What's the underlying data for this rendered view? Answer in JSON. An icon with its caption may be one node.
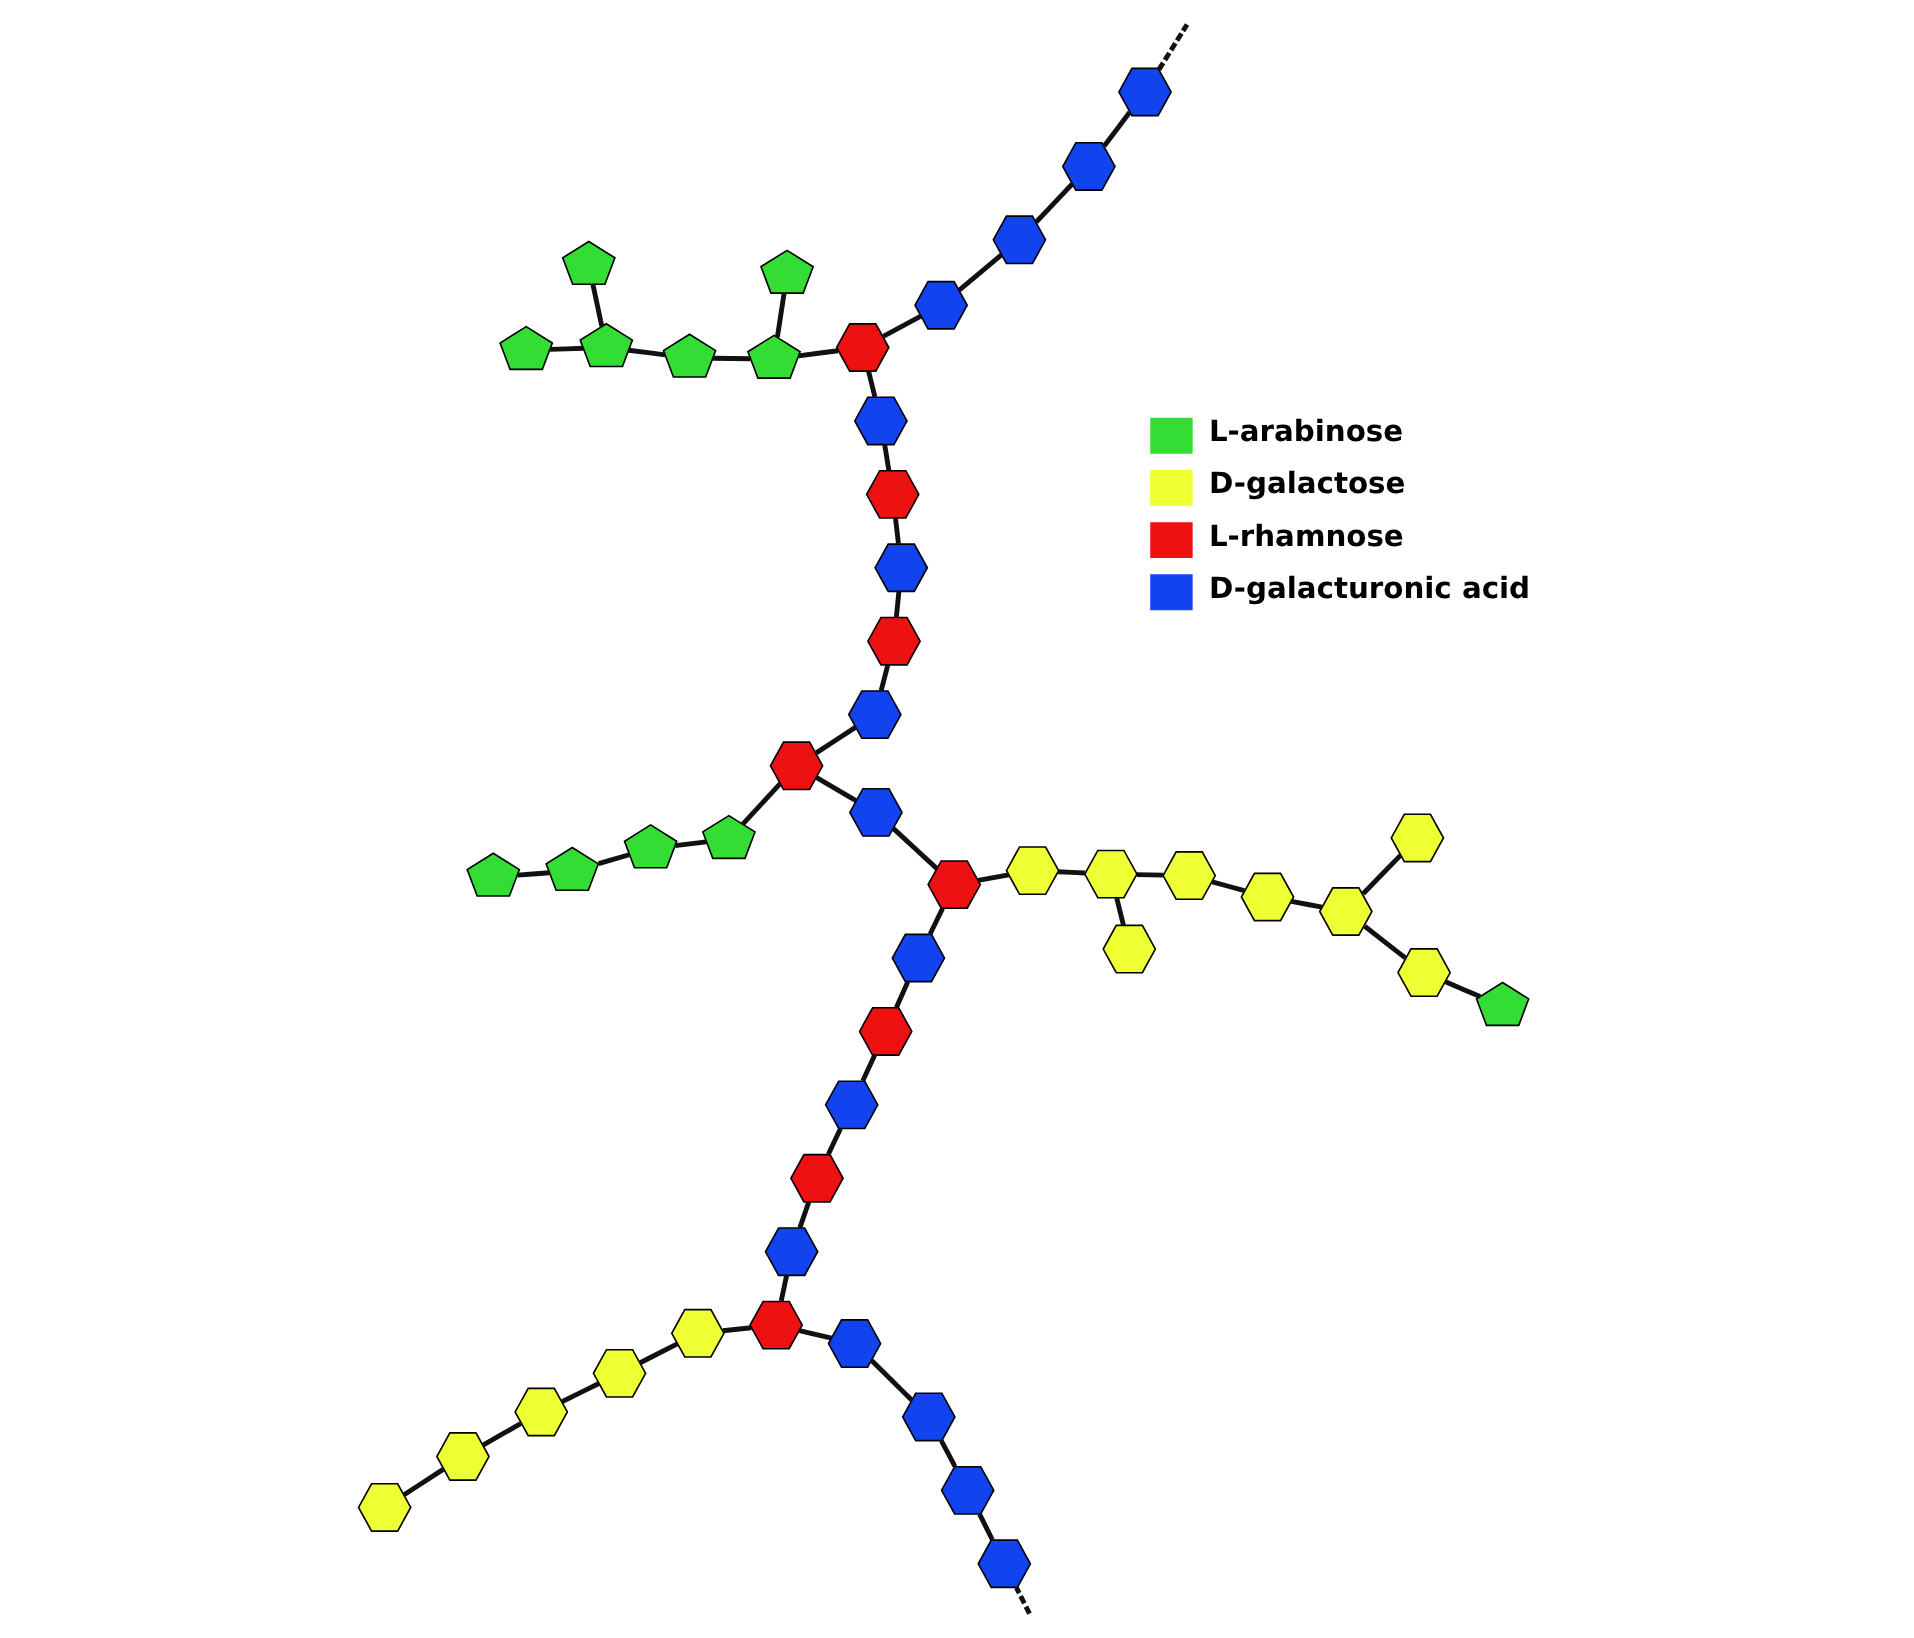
{
  "diagram": {
    "nodes": [
      {
        "text": [],
        "shape": "hexagon"
      },
      {
        "text": [],
        "shape": "hexagon"
      },
      {
        "text": [],
        "shape": "hexagon"
      },
      {
        "text": [],
        "shape": "hexagon"
      },
      {
        "text": [],
        "shape": "hexagon"
      },
      {
        "text": [],
        "shape": "hexagon"
      },
      {
        "text": [],
        "shape": "hexagon"
      },
      {
        "text": [],
        "shape": "hexagon"
      },
      {
        "text": [],
        "shape": "hexagon"
      },
      {
        "text": [],
        "shape": "hexagon"
      },
      {
        "text": [],
        "shape": "hexagon"
      },
      {
        "text": [],
        "shape": "hexagon"
      },
      {
        "text": [],
        "shape": "hexagon"
      },
      {
        "text": [],
        "shape": "hexagon"
      },
      {
        "text": [],
        "shape": "pentagon"
      },
      {
        "text": [],
        "shape": "pentagon"
      },
      {
        "text": [],
        "shape": "pentagon"
      },
      {
        "text": [],
        "shape": "pentagon"
      },
      {
        "text": [],
        "shape": "hexagon"
      },
      {
        "text": [],
        "shape": "hexagon"
      },
      {
        "text": [],
        "shape": "hexagon"
      },
      {
        "text": [],
        "shape": "pentagon"
      },
      {
        "text": [],
        "shape": "hexagon"
      },
      {
        "text": [],
        "shape": "hexagon"
      },
      {
        "text": [],
        "shape": "hexagon"
      },
      {
        "text": [],
        "shape": "hexagon"
      },
      {
        "text": [],
        "shape": "hexagon"
      },
      {
        "text": [],
        "shape": "hexagon"
      },
      {
        "text": [],
        "shape": "hexagon"
      },
      {
        "text": [],
        "shape": "hexagon"
      },
      {
        "text": [],
        "shape": "hexagon"
      },
      {
        "text": [],
        "shape": "hexagon"
      },
      {
        "text": [],
        "shape": "hexagon"
      },
      {
        "text": [],
        "shape": "hexagon"
      },
      {
        "text": [],
        "shape": "hexagon"
      },
      {
        "text": [],
        "shape": "pentagon"
      },
      {
        "text": [],
        "shape": "pentagon"
      },
      {
        "text": [],
        "shape": "hexagon"
      },
      {
        "text": [],
        "shape": "pentagon"
      },
      {
        "text": [],
        "shape": "pentagon"
      },
      {
        "text": [],
        "shape": "pentagon"
      },
      {
        "text": [],
        "shape": "pentagon"
      },
      {
        "text": [],
        "shape": "hexagon"
      },
      {
        "text": [],
        "shape": "hexagon"
      },
      {
        "text": [],
        "shape": "hexagon"
      },
      {
        "text": [],
        "shape": "hexagon"
      },
      {
        "text": [],
        "shape": "hexagon"
      }
    ],
    "edges": [
      {
        "from": null,
        "to": 5,
        "arrow": "none",
        "style": "dashed"
      },
      {
        "from": 5,
        "to": 6,
        "arrow": "none"
      },
      {
        "from": 6,
        "to": 7,
        "arrow": "none"
      },
      {
        "from": 7,
        "to": 8,
        "arrow": "none"
      },
      {
        "from": 8,
        "to": 9,
        "arrow": "none"
      },
      {
        "from": 9,
        "to": 4,
        "arrow": "none"
      },
      {
        "from": 4,
        "to": 3,
        "arrow": "none"
      },
      {
        "from": 3,
        "to": 2,
        "arrow": "none"
      },
      {
        "from": 2,
        "to": 1,
        "arrow": "none"
      },
      {
        "from": 1,
        "to": 0,
        "arrow": "none"
      },
      {
        "from": 9,
        "to": 10,
        "arrow": "none"
      },
      {
        "from": 10,
        "to": 11,
        "arrow": "none"
      },
      {
        "from": 11,
        "to": 12,
        "arrow": "none"
      },
      {
        "from": 12,
        "to": 13,
        "arrow": "none"
      },
      {
        "from": 13,
        "to": 18,
        "arrow": "none"
      },
      {
        "from": 18,
        "to": 22,
        "arrow": "none"
      },
      {
        "from": 22,
        "to": 24,
        "arrow": "none"
      },
      {
        "from": 24,
        "to": 27,
        "arrow": "none"
      },
      {
        "from": 27,
        "to": 31,
        "arrow": "none"
      },
      {
        "from": 31,
        "to": 32,
        "arrow": "none"
      },
      {
        "from": 32,
        "to": 33,
        "arrow": "none"
      },
      {
        "from": 33,
        "to": 34,
        "arrow": "none"
      },
      {
        "from": 34,
        "to": 37,
        "arrow": "none"
      },
      {
        "from": 37,
        "to": 42,
        "arrow": "none"
      },
      {
        "from": 42,
        "to": 43,
        "arrow": "none"
      },
      {
        "from": 43,
        "to": 44,
        "arrow": "none"
      },
      {
        "from": 44,
        "to": 45,
        "arrow": "none"
      },
      {
        "from": 45,
        "to": 46,
        "arrow": "none"
      },
      {
        "from": 46,
        "to": null,
        "arrow": "none",
        "style": "dashed"
      },
      {
        "from": 22,
        "to": 20,
        "arrow": "none"
      },
      {
        "from": 20,
        "to": 25,
        "arrow": "none"
      },
      {
        "from": 25,
        "to": 29,
        "arrow": "none"
      },
      {
        "from": 25,
        "to": 23,
        "arrow": "none"
      },
      {
        "from": 23,
        "to": 28,
        "arrow": "none"
      },
      {
        "from": 28,
        "to": 26,
        "arrow": "none"
      },
      {
        "from": 26,
        "to": 30,
        "arrow": "none"
      },
      {
        "from": 26,
        "to": 19,
        "arrow": "none"
      },
      {
        "from": 19,
        "to": 16,
        "arrow": "none"
      },
      {
        "from": 27,
        "to": 21,
        "arrow": "none"
      },
      {
        "from": 21,
        "to": 17,
        "arrow": "none"
      },
      {
        "from": 17,
        "to": 15,
        "arrow": "none"
      },
      {
        "from": 15,
        "to": 14,
        "arrow": "none"
      },
      {
        "from": 42,
        "to": 41,
        "arrow": "none"
      },
      {
        "from": 41,
        "to": 36,
        "arrow": "none"
      },
      {
        "from": 41,
        "to": 40,
        "arrow": "none"
      },
      {
        "from": 40,
        "to": 38,
        "arrow": "none"
      },
      {
        "from": 38,
        "to": 35,
        "arrow": "none"
      },
      {
        "from": 38,
        "to": 39,
        "arrow": "none"
      }
    ],
    "legend": [
      {
        "text": "L-arabinose",
        "color": "#33dd33"
      },
      {
        "text": "D-galactose",
        "color": "#eeff33"
      },
      {
        "text": "L-rhamnose",
        "color": "#ee1111"
      },
      {
        "text": "D-galacturonic acid",
        "color": "#1144ee"
      }
    ]
  }
}
